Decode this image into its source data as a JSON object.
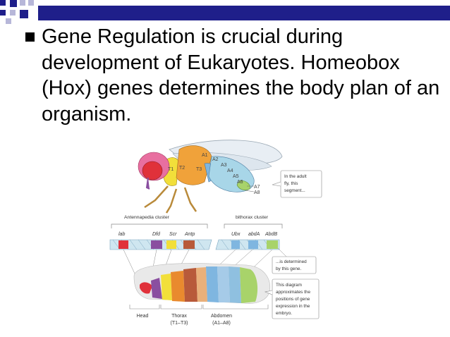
{
  "slide": {
    "bullet_text": "Gene Regulation is crucial during development of Eukaryotes. Homeobox (Hox) genes determines the body plan of an organism."
  },
  "figure": {
    "segments_top": [
      "A1",
      "A2",
      "A3",
      "A4",
      "A5",
      "A6"
    ],
    "thorax_segments": [
      "T1",
      "T2",
      "T3"
    ],
    "tail_labels": [
      "A7",
      "A8"
    ],
    "callout1": [
      "In the adult",
      "fly, this",
      "segment..."
    ],
    "cluster_left": "Antennapedia cluster",
    "cluster_right": "bithorax cluster",
    "genes_left": [
      "lab",
      "Dfd",
      "Scr",
      "Antp"
    ],
    "genes_right": [
      "Ubx",
      "abdA",
      "AbdB"
    ],
    "callout2": [
      "...is determined",
      "by this gene."
    ],
    "callout3": [
      "This diagram",
      "approximates the",
      "positions of gene",
      "expression in the",
      "embryo."
    ],
    "bottom_head": "Head",
    "bottom_thorax": [
      "Thorax",
      "(T1–T3)"
    ],
    "bottom_abdomen": [
      "Abdomen",
      "(A1–A8)"
    ]
  },
  "colors": {
    "title_bar": "#1f1f8a",
    "head_red": "#e0313a",
    "purple": "#8a4fa0",
    "yellow": "#f2df3a",
    "orange": "#e98a2e",
    "brown": "#b85a3a",
    "blue": "#7fb6e0",
    "green": "#a8d36a"
  }
}
